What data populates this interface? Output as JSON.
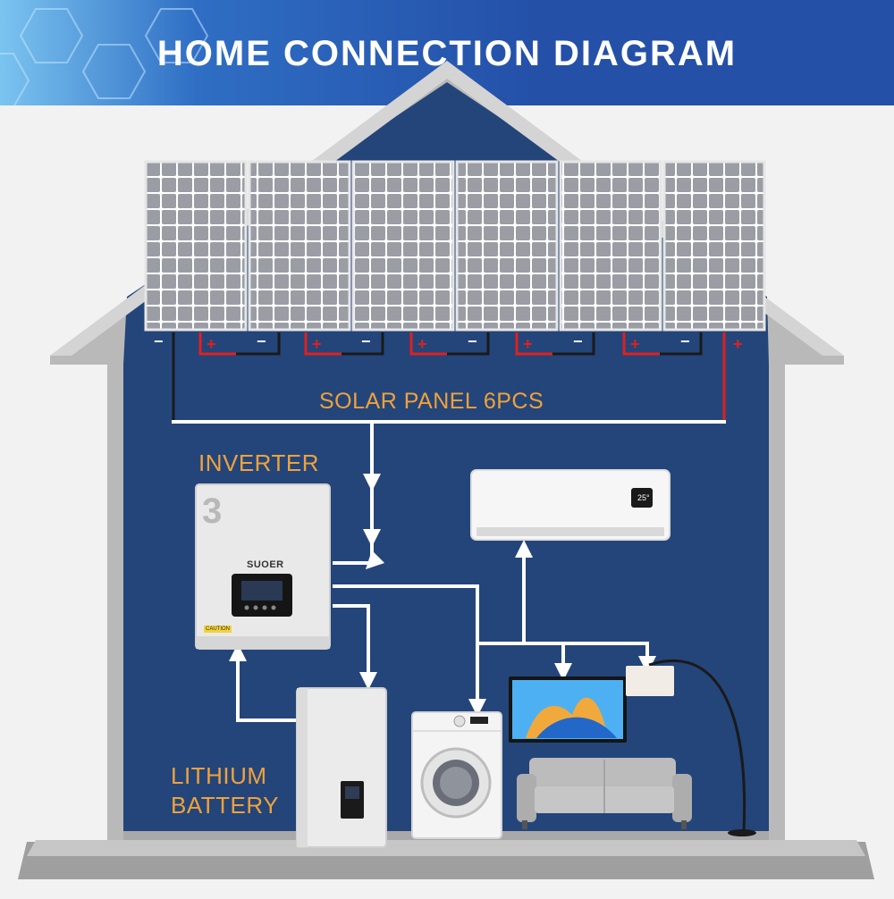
{
  "header": {
    "title": "HOME CONNECTION DIAGRAM"
  },
  "labels": {
    "solar_panel": "SOLAR PANEL 6PCS",
    "inverter": "INVERTER",
    "battery_line1": "LITHIUM",
    "battery_line2": "BATTERY"
  },
  "inverter": {
    "number": "3",
    "brand": "SUOER",
    "caution": "CAUTION"
  },
  "air_conditioner": {
    "display": "25°"
  },
  "terminals": {
    "positive": "+",
    "negative": "−"
  },
  "colors": {
    "banner": "#2450a8",
    "wall": "#24457a",
    "house_frame": "#b8b8b8",
    "label": "#f0a23a",
    "positive_wire": "#e0201f",
    "negative_wire": "#1a1a1a",
    "flow_line": "#ffffff"
  }
}
